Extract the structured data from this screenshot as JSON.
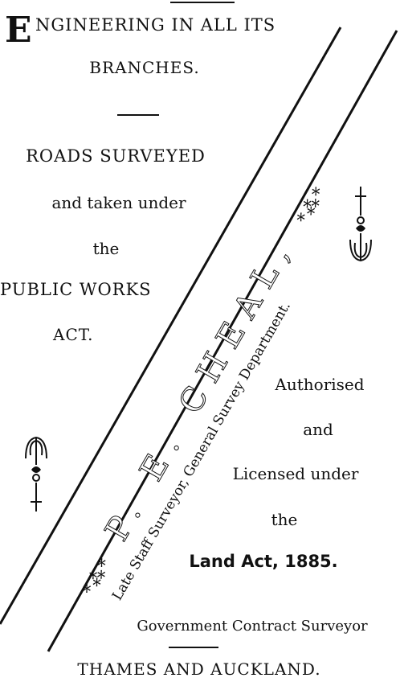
{
  "header": {
    "dropcap": "E",
    "line1": "NGINEERING IN ALL ITS",
    "line2": "BRANCHES."
  },
  "left_block": {
    "line1": "ROADS SURVEYED",
    "line2": "and taken under",
    "line3": "the",
    "line4": "PUBLIC WORKS",
    "line5": "ACT."
  },
  "diagonal": {
    "name": "P. E. CHEAL,",
    "ornament_left": "*⁂*",
    "ornament_right": "*⁂*",
    "subtitle": "Late Staff Surveyor, General Survey Department."
  },
  "right_block": {
    "line1": "Authorised",
    "line2": "and",
    "line3": "Licensed under",
    "line4": "the",
    "line5": "Land Act, 1885."
  },
  "footer": {
    "line1": "Government Contract Surveyor",
    "line2": "THAMES AND AUCKLAND."
  },
  "icons": {
    "top_ornament": "decorative-key-icon",
    "bottom_ornament": "decorative-key-icon"
  }
}
